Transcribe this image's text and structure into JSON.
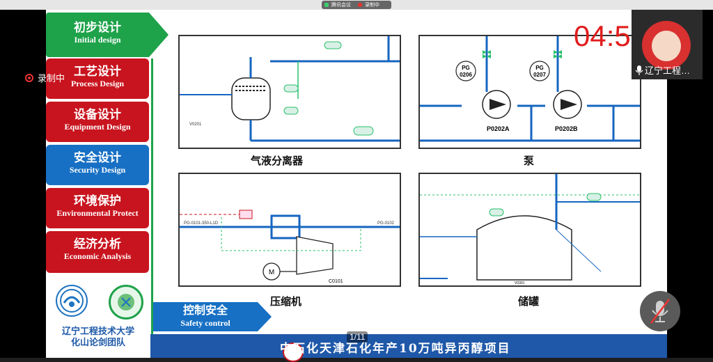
{
  "meeting": {
    "app_name": "腾讯会议",
    "recording_label": "录制中",
    "recording_short": "录制中",
    "timer": "04:5",
    "participant_name": "辽宁工程…",
    "page_indicator": "1/11"
  },
  "nav": {
    "items": [
      {
        "zh": "初步设计",
        "en": "Initial design"
      },
      {
        "zh": "工艺设计",
        "en": "Process Design"
      },
      {
        "zh": "设备设计",
        "en": "Equipment Design"
      },
      {
        "zh": "安全设计",
        "en": "Security Design"
      },
      {
        "zh": "环境保护",
        "en": "Environmental Protect"
      },
      {
        "zh": "经济分析",
        "en": "Economic Analysis"
      }
    ],
    "school": {
      "line1": "辽宁工程技术大学",
      "line2": "化山论剑团队"
    }
  },
  "section": {
    "zh": "控制安全",
    "en": "Safety control"
  },
  "diagrams": [
    {
      "caption": "气液分离器",
      "tag": "V0201"
    },
    {
      "caption": "泵",
      "tags": [
        "PG\n0206",
        "PG\n0207",
        "P0202A",
        "P0202B"
      ]
    },
    {
      "caption": "压缩机",
      "tags": [
        "C0101",
        "M",
        "PG-0101-350-L1D",
        "PG-0102"
      ]
    },
    {
      "caption": "储罐",
      "tag": "V0301"
    }
  ],
  "banner": {
    "title": "中石化天津石化年产10万吨异丙醇项目"
  },
  "colors": {
    "green": "#1ea24a",
    "red": "#c8141e",
    "blue": "#1770c4",
    "banner": "#1f58a8",
    "pipe_blue": "#1565c0",
    "pipe_green": "#29c06a"
  }
}
